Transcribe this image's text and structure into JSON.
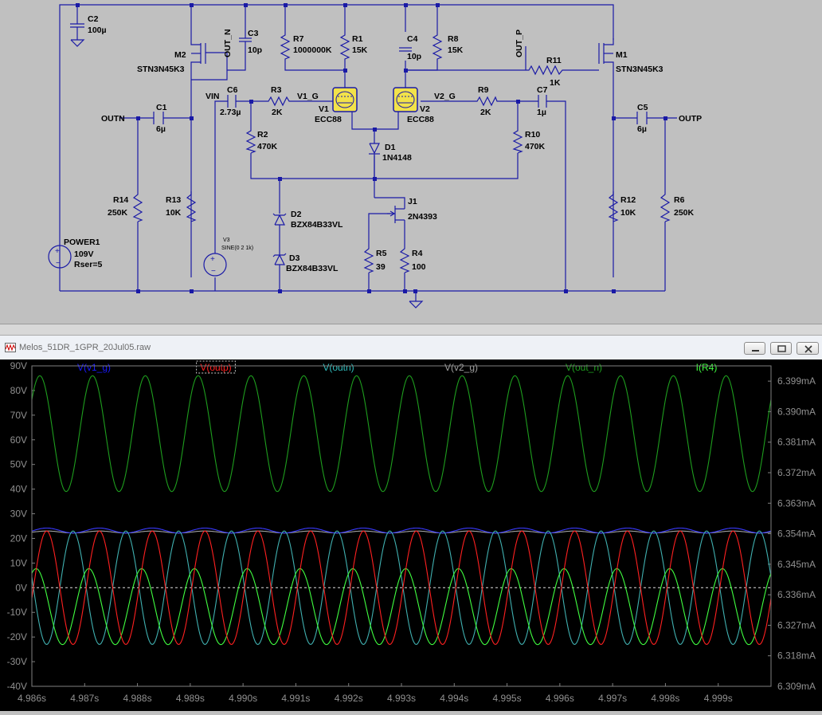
{
  "schematic": {
    "labels": {
      "C2": "C2",
      "C2_val": "100µ",
      "M2": "M2",
      "M2_part": "STN3N45K3",
      "OUT_N": "OUT_N",
      "C3": "C3",
      "C3_val": "10p",
      "R7": "R7",
      "R7_val": "1000000K",
      "R1": "R1",
      "R1_val": "15K",
      "C4": "C4",
      "C4_val": "10p",
      "R8": "R8",
      "R8_val": "15K",
      "OUT_P": "OUT_P",
      "M1": "M1",
      "M1_part": "STN3N45K3",
      "R11": "R11",
      "R11_val": "1K",
      "VIN": "VIN",
      "C6": "C6",
      "C6_val": "2.73µ",
      "R3": "R3",
      "R3_val": "2K",
      "V1_G": "V1_G",
      "V1": "V1",
      "V1_part": "ECC88",
      "V2": "V2",
      "V2_part": "ECC88",
      "V2_G": "V2_G",
      "R9": "R9",
      "R9_val": "2K",
      "C7": "C7",
      "C7_val": "1µ",
      "OUTN": "OUTN",
      "C1": "C1",
      "C1_val": "6µ",
      "C5": "C5",
      "C5_val": "6µ",
      "OUTP": "OUTP",
      "R2": "R2",
      "R2_val": "470K",
      "D1": "D1",
      "D1_part": "1N4148",
      "R10": "R10",
      "R10_val": "470K",
      "R14": "R14",
      "R14_val": "250K",
      "R13": "R13",
      "R13_val": "10K",
      "J1": "J1",
      "J1_part": "2N4393",
      "D2": "D2",
      "D2_part": "BZX84B33VL",
      "D3": "D3",
      "D3_part": "BZX84B33VL",
      "R12": "R12",
      "R12_val": "10K",
      "R6": "R6",
      "R6_val": "250K",
      "POWER1": "POWER1",
      "POWER1_val": "109V",
      "POWER1_rser": "Rser=5",
      "V3": "V3",
      "V3_val": "SINE(0 2 1k)",
      "R5": "R5",
      "R5_val": "39",
      "R4": "R4",
      "R4_val": "100"
    }
  },
  "waveform_window": {
    "title": "Melos_51DR_1GPR_20Jul05.raw",
    "icon": "waveform-viewer-icon",
    "buttons": {
      "minimize": "minimize-icon",
      "restore": "restore-icon",
      "close": "close-icon"
    }
  },
  "chart_data": {
    "type": "line",
    "background": "#000000",
    "traces": [
      {
        "name": "V(v1_g)",
        "color": "#3a3aff",
        "label_color": "#1a1aff"
      },
      {
        "name": "V(outp)",
        "color": "#ff2020",
        "label_color": "#ff2020",
        "selected": true
      },
      {
        "name": "V(outn)",
        "color": "#40b0b0",
        "label_color": "#30c0c0"
      },
      {
        "name": "V(v2_g)",
        "color": "#a0a0a0",
        "label_color": "#a0a0a0"
      },
      {
        "name": "V(out_n)",
        "color": "#1e9e1e",
        "label_color": "#1ea01e"
      },
      {
        "name": "I(R4)",
        "color": "#40ff40",
        "label_color": "#40ff40"
      }
    ],
    "x_axis": {
      "range": [
        4.986,
        5.0
      ],
      "ticks": [
        "4.986s",
        "4.987s",
        "4.988s",
        "4.989s",
        "4.990s",
        "4.991s",
        "4.992s",
        "4.993s",
        "4.994s",
        "4.995s",
        "4.996s",
        "4.997s",
        "4.998s",
        "4.999s"
      ]
    },
    "y_left": {
      "range": [
        -40,
        90
      ],
      "ticks": [
        "90V",
        "80V",
        "70V",
        "60V",
        "50V",
        "40V",
        "30V",
        "20V",
        "10V",
        "0V",
        "-10V",
        "-20V",
        "-30V",
        "-40V"
      ]
    },
    "y_right": {
      "range": [
        6.309,
        6.4035
      ],
      "ticks": [
        "6.399mA",
        "6.390mA",
        "6.381mA",
        "6.372mA",
        "6.363mA",
        "6.354mA",
        "6.345mA",
        "6.336mA",
        "6.327mA",
        "6.318mA",
        "6.309mA"
      ]
    },
    "frequency_hz": 1000,
    "series": [
      {
        "name": "V(out_n)",
        "kind": "sine",
        "axis": "left",
        "offset": 62.5,
        "amplitude": 23.5,
        "phase_peak_at": 4.98615
      },
      {
        "name": "V(outp)",
        "kind": "sine",
        "axis": "left",
        "offset": 0,
        "amplitude": 23,
        "phase_peak_at": 4.98628
      },
      {
        "name": "V(outn)",
        "kind": "sine",
        "axis": "left",
        "offset": 0,
        "amplitude": 23,
        "phase_peak_at": 4.98678
      },
      {
        "name": "V(v1_g)",
        "kind": "sine",
        "axis": "left",
        "offset": 23.2,
        "amplitude": 1.0,
        "phase_peak_at": 4.98628
      },
      {
        "name": "V(v2_g)",
        "kind": "sine",
        "axis": "left",
        "offset": 22.6,
        "amplitude": 0.4,
        "phase_peak_at": 4.98628
      },
      {
        "name": "I(R4)",
        "kind": "sine",
        "axis": "right",
        "offset": 6.3325,
        "amplitude": 0.0112,
        "phase_peak_at": 4.98608
      }
    ],
    "zero_line": 0,
    "grid": false
  }
}
